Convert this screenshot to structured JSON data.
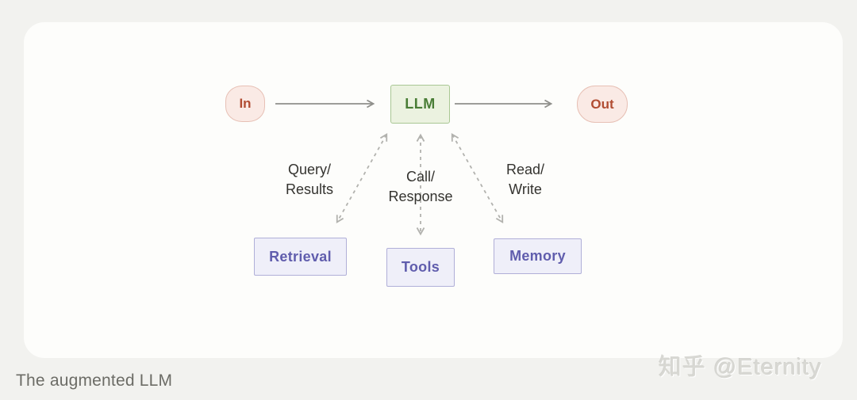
{
  "diagram": {
    "nodes": {
      "in": {
        "label": "In"
      },
      "llm": {
        "label": "LLM"
      },
      "out": {
        "label": "Out"
      },
      "retrieval": {
        "label": "Retrieval"
      },
      "tools": {
        "label": "Tools"
      },
      "memory": {
        "label": "Memory"
      }
    },
    "edge_labels": {
      "retrieval": [
        "Query/",
        "Results"
      ],
      "tools": [
        "Call/",
        "Response"
      ],
      "memory": [
        "Read/",
        "Write"
      ]
    },
    "caption": "The augmented LLM"
  },
  "watermark": {
    "text": "知乎 @Eternity"
  },
  "colors": {
    "node_inout_fill": "#faeae5",
    "node_inout_border": "#e7c0b5",
    "node_inout_text": "#b14d33",
    "node_llm_fill": "#ebf2e0",
    "node_llm_border": "#a9c794",
    "node_llm_text": "#497d36",
    "node_aug_fill": "#efeff9",
    "node_aug_border": "#b0afd8",
    "node_aug_text": "#605dad",
    "arrow_solid": "#8f8f8b",
    "arrow_dashed": "#b2b2ae",
    "label_text": "#34332f",
    "caption_text": "#6c6c66",
    "watermark_text": "#d8d8d3"
  }
}
